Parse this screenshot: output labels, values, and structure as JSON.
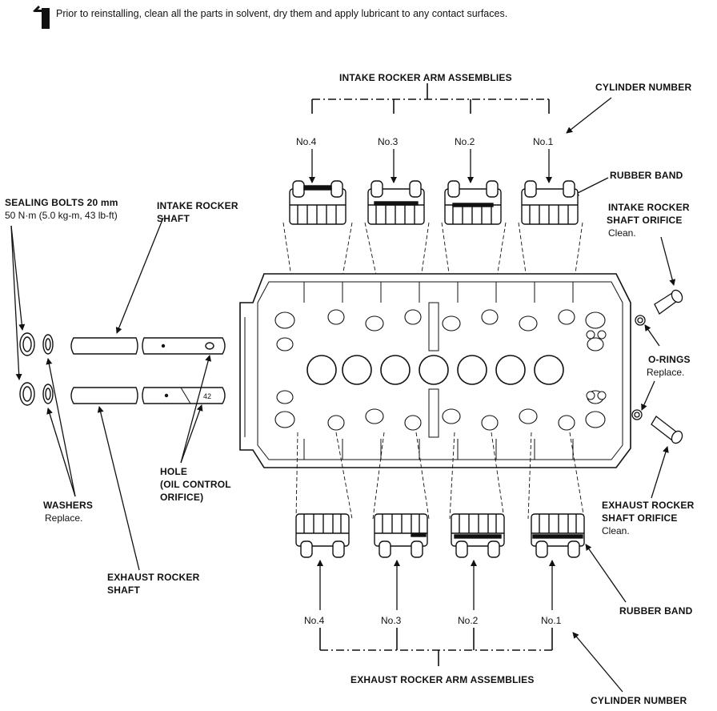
{
  "note": "Prior to reinstalling, clean all the parts in solvent, dry them and apply lubricant to any contact surfaces.",
  "labels": {
    "intake_assemblies": "INTAKE ROCKER ARM ASSEMBLIES",
    "exhaust_assemblies": "EXHAUST ROCKER ARM ASSEMBLIES",
    "cylinder_number_top": "CYLINDER NUMBER",
    "cylinder_number_bottom": "CYLINDER NUMBER",
    "rubber_band_top": "RUBBER BAND",
    "rubber_band_bottom": "RUBBER BAND",
    "intake_orifice_1": "INTAKE ROCKER",
    "intake_orifice_2": "SHAFT ORIFICE",
    "intake_orifice_note": "Clean.",
    "orings": "O-RINGS",
    "orings_note": "Replace.",
    "exhaust_orifice_1": "EXHAUST ROCKER",
    "exhaust_orifice_2": "SHAFT ORIFICE",
    "exhaust_orifice_note": "Clean.",
    "sealing_bolts": "SEALING BOLTS 20 mm",
    "sealing_torque": "50 N·m (5.0 kg-m, 43 lb-ft)",
    "intake_shaft_1": "INTAKE ROCKER",
    "intake_shaft_2": "SHAFT",
    "hole_1": "HOLE",
    "hole_2": "(OIL CONTROL",
    "hole_3": "ORIFICE)",
    "washers": "WASHERS",
    "washers_note": "Replace.",
    "exhaust_shaft_1": "EXHAUST ROCKER",
    "exhaust_shaft_2": "SHAFT",
    "shaft_mark": "42"
  },
  "intake_numbers": [
    "No.4",
    "No.3",
    "No.2",
    "No.1"
  ],
  "exhaust_numbers": [
    "No.4",
    "No.3",
    "No.2",
    "No.1"
  ]
}
